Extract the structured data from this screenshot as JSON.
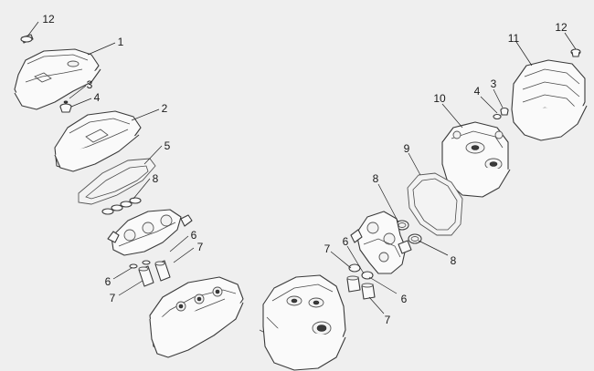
{
  "callouts": {
    "c12_left": "12",
    "c1": "1",
    "c3_left": "3",
    "c4_left": "4",
    "c2": "2",
    "c5": "5",
    "c8_left": "8",
    "c6_left_top": "6",
    "c7_left_top": "7",
    "c6_left_bottom": "6",
    "c7_left_bottom": "7",
    "c12_right": "12",
    "c11": "11",
    "c4_right": "4",
    "c3_right": "3",
    "c10": "10",
    "c9": "9",
    "c8_right_top": "8",
    "c8_right_bottom": "8",
    "c7_right_top": "7",
    "c6_right_top": "6",
    "c6_right_bottom": "6",
    "c7_right_bottom": "7"
  }
}
